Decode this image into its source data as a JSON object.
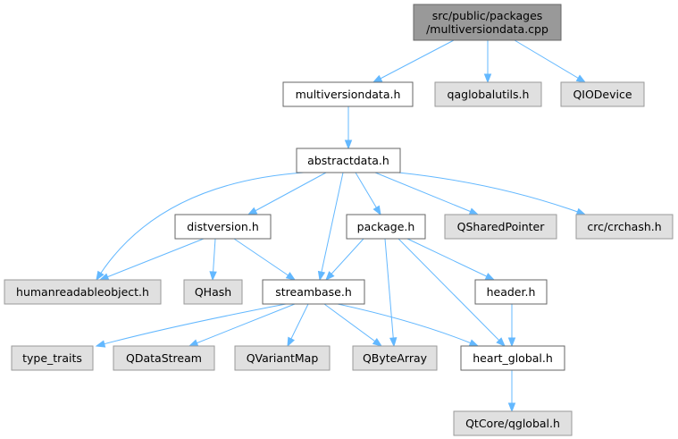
{
  "graph": {
    "root": "src/public/packages/multiversiondata.cpp",
    "colors": {
      "root_fill": "#999999",
      "file_fill": "#ffffff",
      "external_fill": "#e0e0e0",
      "edge": "#63b8ff"
    },
    "nodes": [
      {
        "id": "root",
        "lines": [
          "src/public/packages",
          "/multiversiondata.cpp"
        ],
        "kind": "root"
      },
      {
        "id": "mvd",
        "lines": [
          "multiversiondata.h"
        ],
        "kind": "file"
      },
      {
        "id": "qagl",
        "lines": [
          "qaglobalutils.h"
        ],
        "kind": "external"
      },
      {
        "id": "qiod",
        "lines": [
          "QIODevice"
        ],
        "kind": "external"
      },
      {
        "id": "abs",
        "lines": [
          "abstractdata.h"
        ],
        "kind": "file"
      },
      {
        "id": "dist",
        "lines": [
          "distversion.h"
        ],
        "kind": "file"
      },
      {
        "id": "pkg",
        "lines": [
          "package.h"
        ],
        "kind": "file"
      },
      {
        "id": "qsp",
        "lines": [
          "QSharedPointer"
        ],
        "kind": "external"
      },
      {
        "id": "crc",
        "lines": [
          "crc/crchash.h"
        ],
        "kind": "external"
      },
      {
        "id": "hro",
        "lines": [
          "humanreadableobject.h"
        ],
        "kind": "external"
      },
      {
        "id": "qhash",
        "lines": [
          "QHash"
        ],
        "kind": "external"
      },
      {
        "id": "sb",
        "lines": [
          "streambase.h"
        ],
        "kind": "file"
      },
      {
        "id": "hdr",
        "lines": [
          "header.h"
        ],
        "kind": "file"
      },
      {
        "id": "tt",
        "lines": [
          "type_traits"
        ],
        "kind": "external"
      },
      {
        "id": "qds",
        "lines": [
          "QDataStream"
        ],
        "kind": "external"
      },
      {
        "id": "qvm",
        "lines": [
          "QVariantMap"
        ],
        "kind": "external"
      },
      {
        "id": "qba",
        "lines": [
          "QByteArray"
        ],
        "kind": "external"
      },
      {
        "id": "hg",
        "lines": [
          "heart_global.h"
        ],
        "kind": "file"
      },
      {
        "id": "qtg",
        "lines": [
          "QtCore/qglobal.h"
        ],
        "kind": "external"
      }
    ],
    "edges": [
      [
        "root",
        "mvd"
      ],
      [
        "root",
        "qagl"
      ],
      [
        "root",
        "qiod"
      ],
      [
        "mvd",
        "abs"
      ],
      [
        "abs",
        "hro"
      ],
      [
        "abs",
        "dist"
      ],
      [
        "abs",
        "sb"
      ],
      [
        "abs",
        "pkg"
      ],
      [
        "abs",
        "qsp"
      ],
      [
        "abs",
        "crc"
      ],
      [
        "dist",
        "hro"
      ],
      [
        "dist",
        "qhash"
      ],
      [
        "dist",
        "sb"
      ],
      [
        "pkg",
        "sb"
      ],
      [
        "pkg",
        "qba"
      ],
      [
        "pkg",
        "hdr"
      ],
      [
        "pkg",
        "hg"
      ],
      [
        "sb",
        "tt"
      ],
      [
        "sb",
        "qds"
      ],
      [
        "sb",
        "qvm"
      ],
      [
        "sb",
        "qba"
      ],
      [
        "sb",
        "hg"
      ],
      [
        "hdr",
        "hg"
      ],
      [
        "hg",
        "qtg"
      ]
    ]
  }
}
